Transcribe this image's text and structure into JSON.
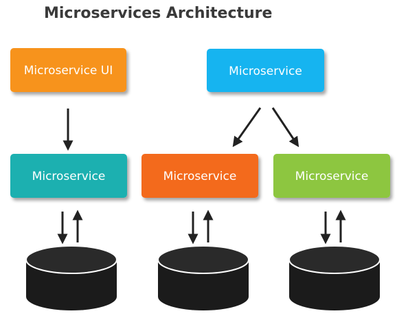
{
  "title": "Microservices Architecture",
  "nodes": {
    "ui": {
      "label": "Microservice UI",
      "color": "#f7931e"
    },
    "top_service": {
      "label": "Microservice",
      "color": "#16b4f0"
    },
    "service_teal": {
      "label": "Microservice",
      "color": "#1fb0b0"
    },
    "service_orange": {
      "label": "Microservice",
      "color": "#f36b1d"
    },
    "service_green": {
      "label": "Microservice",
      "color": "#8dc63f"
    }
  },
  "databases": [
    {
      "color": "#1b1b1b"
    },
    {
      "color": "#1b1b1b"
    },
    {
      "color": "#1b1b1b"
    }
  ],
  "arrow_color": "#222222"
}
